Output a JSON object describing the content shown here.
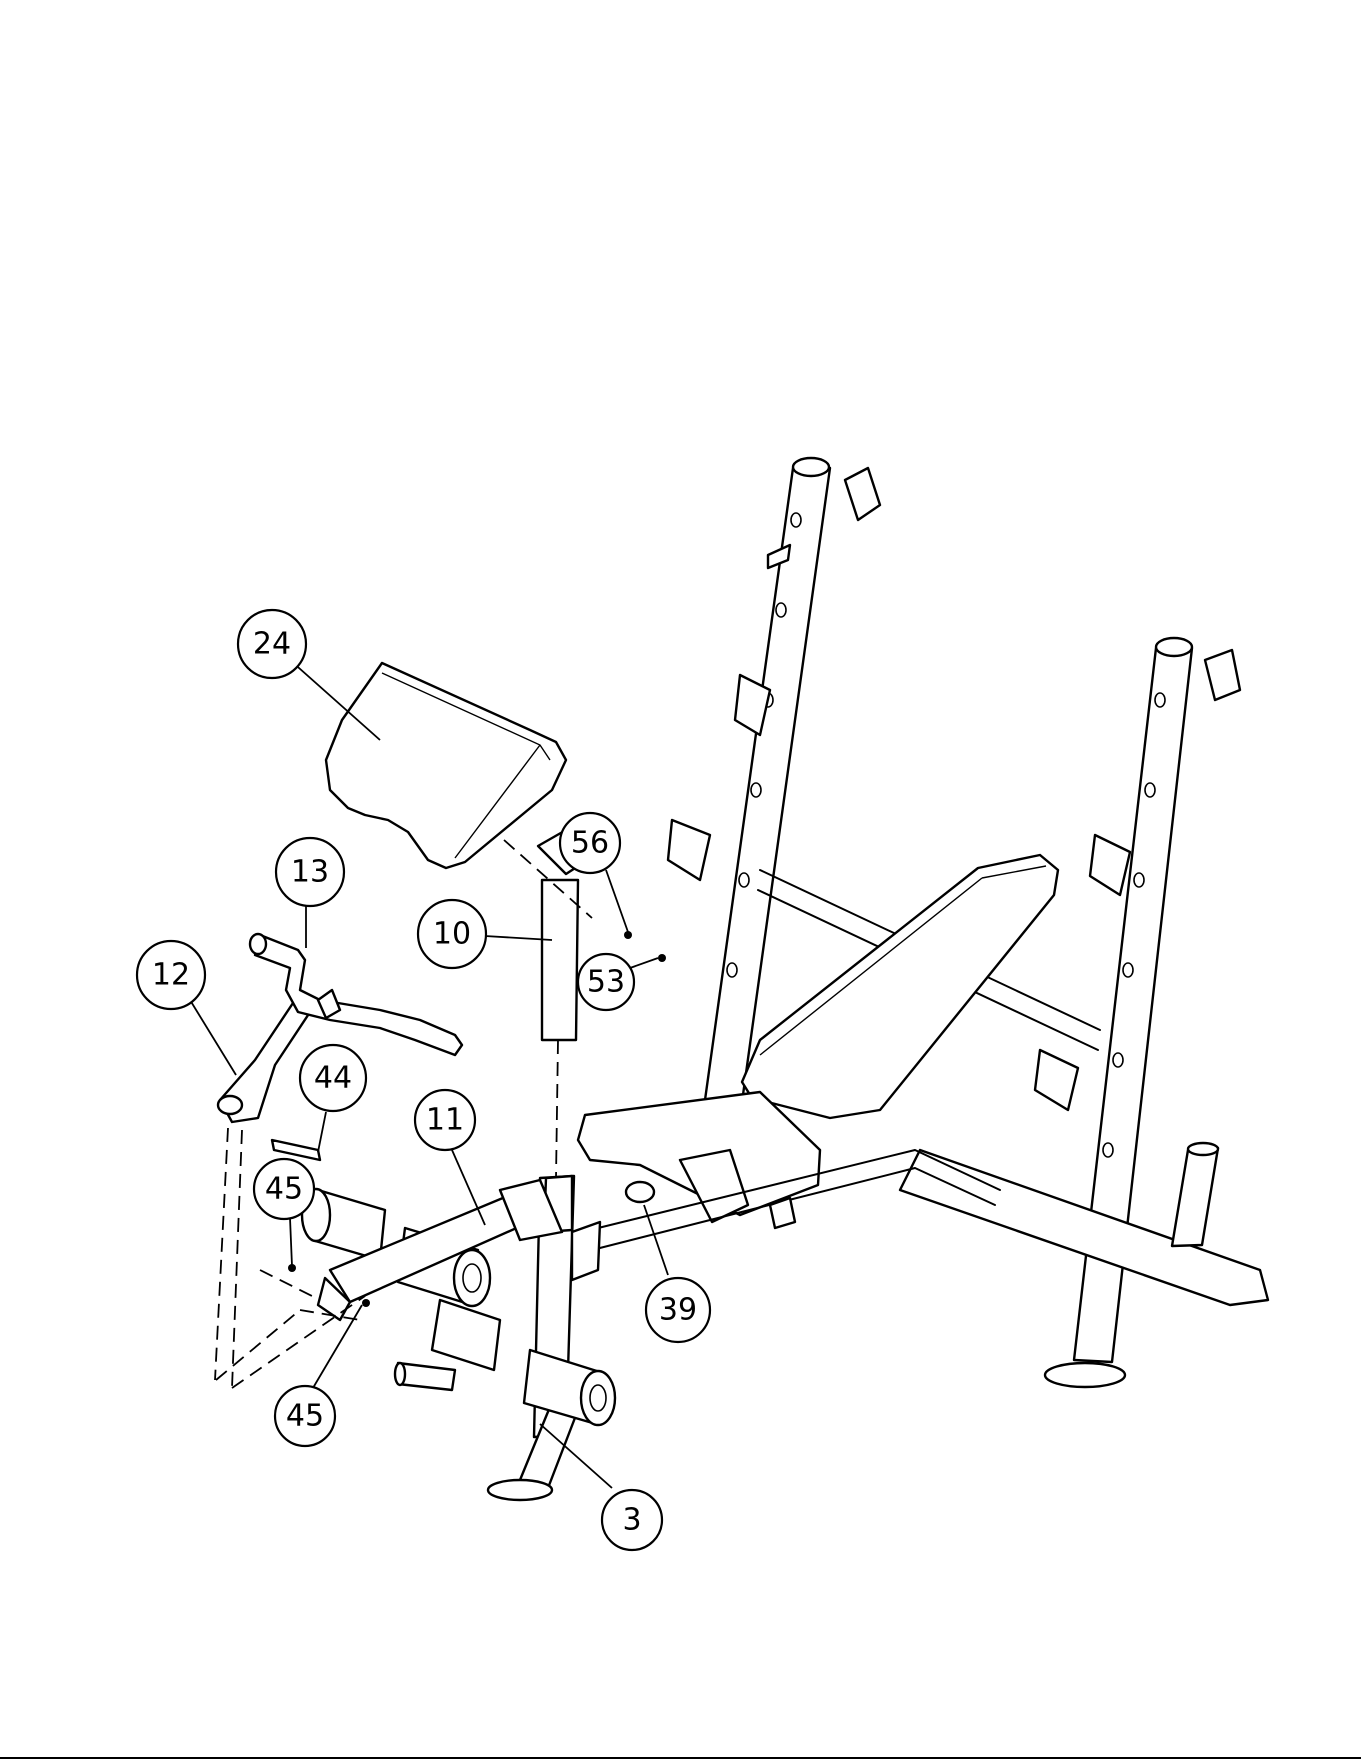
{
  "callouts": [
    {
      "id": "c24",
      "label": "24"
    },
    {
      "id": "c13",
      "label": "13"
    },
    {
      "id": "c12",
      "label": "12"
    },
    {
      "id": "c10",
      "label": "10"
    },
    {
      "id": "c56",
      "label": "56"
    },
    {
      "id": "c53",
      "label": "53"
    },
    {
      "id": "c44",
      "label": "44"
    },
    {
      "id": "c11",
      "label": "11"
    },
    {
      "id": "c45a",
      "label": "45"
    },
    {
      "id": "c45b",
      "label": "45"
    },
    {
      "id": "c39",
      "label": "39"
    },
    {
      "id": "c3",
      "label": "3"
    }
  ]
}
